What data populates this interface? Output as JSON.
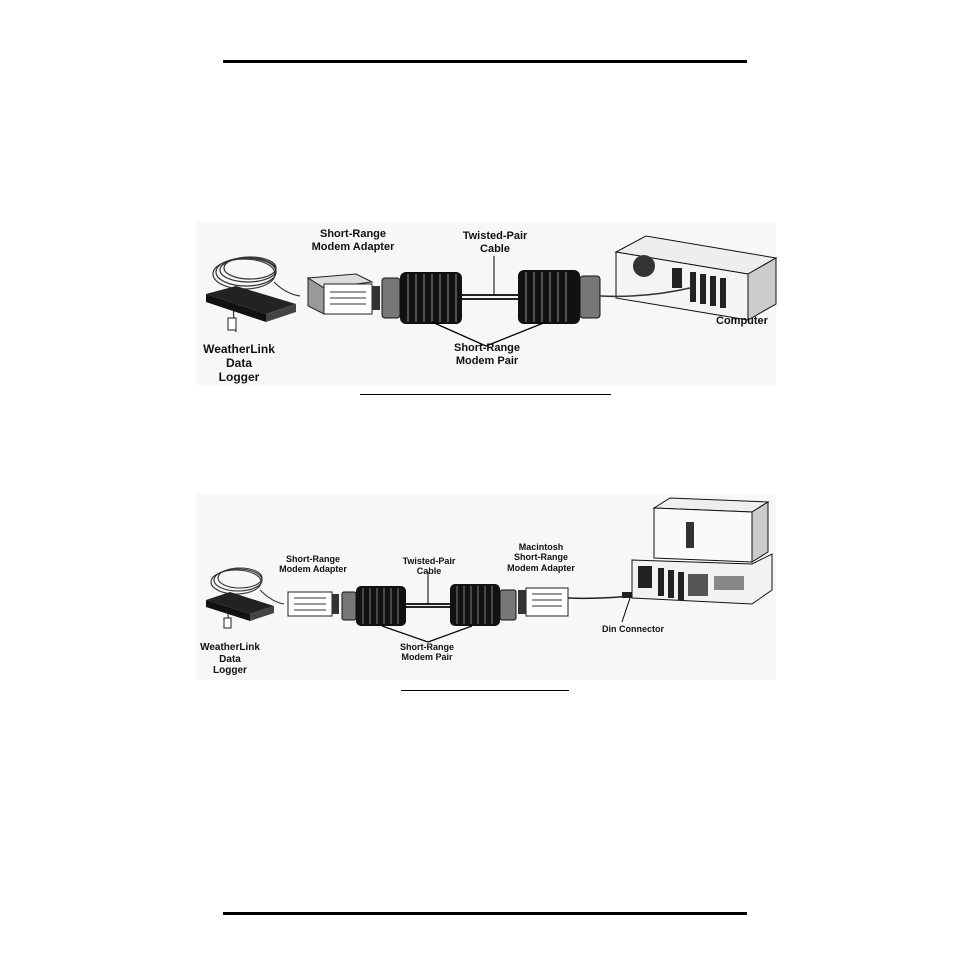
{
  "fig1": {
    "labels": {
      "modem_adapter": "Short-Range\nModem Adapter",
      "twisted_pair": "Twisted-Pair\nCable",
      "computer": "Computer",
      "modem_pair": "Short-Range\nModem Pair",
      "logger": "WeatherLink\nData\nLogger"
    }
  },
  "fig2": {
    "labels": {
      "modem_adapter": "Short-Range\nModem Adapter",
      "twisted_pair": "Twisted-Pair\nCable",
      "mac_adapter": "Macintosh\nShort-Range\nModem Adapter",
      "din_connector": "Din Connector",
      "modem_pair": "Short-Range\nModem Pair",
      "logger": "WeatherLink\nData\nLogger"
    }
  }
}
